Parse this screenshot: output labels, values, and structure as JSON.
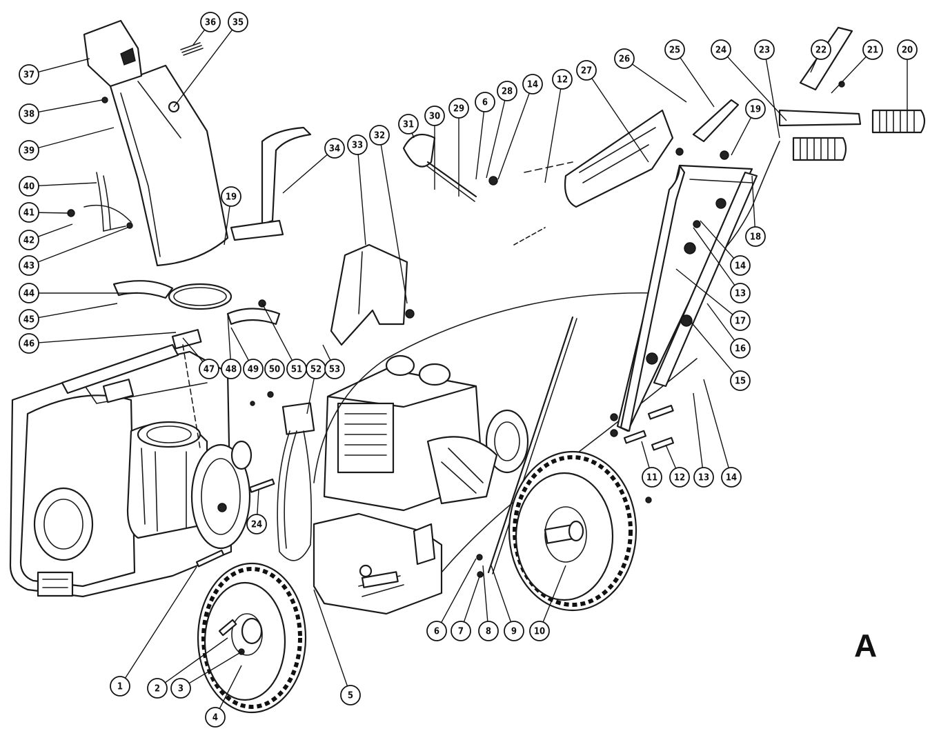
{
  "diagram": {
    "view_label": "A",
    "callouts": [
      {
        "id": "c1",
        "label": "1"
      },
      {
        "id": "c2",
        "label": "2"
      },
      {
        "id": "c3",
        "label": "3"
      },
      {
        "id": "c4",
        "label": "4"
      },
      {
        "id": "c5",
        "label": "5"
      },
      {
        "id": "c6a",
        "label": "6"
      },
      {
        "id": "c7",
        "label": "7"
      },
      {
        "id": "c8",
        "label": "8"
      },
      {
        "id": "c9",
        "label": "9"
      },
      {
        "id": "c10",
        "label": "10"
      },
      {
        "id": "c11",
        "label": "11"
      },
      {
        "id": "c12a",
        "label": "12"
      },
      {
        "id": "c13a",
        "label": "13"
      },
      {
        "id": "c14a",
        "label": "14"
      },
      {
        "id": "c15",
        "label": "15"
      },
      {
        "id": "c16",
        "label": "16"
      },
      {
        "id": "c17",
        "label": "17"
      },
      {
        "id": "c13b",
        "label": "13"
      },
      {
        "id": "c14b",
        "label": "14"
      },
      {
        "id": "c18",
        "label": "18"
      },
      {
        "id": "c19a",
        "label": "19"
      },
      {
        "id": "c20",
        "label": "20"
      },
      {
        "id": "c21",
        "label": "21"
      },
      {
        "id": "c22",
        "label": "22"
      },
      {
        "id": "c23",
        "label": "23"
      },
      {
        "id": "c24a",
        "label": "24"
      },
      {
        "id": "c25",
        "label": "25"
      },
      {
        "id": "c26",
        "label": "26"
      },
      {
        "id": "c27",
        "label": "27"
      },
      {
        "id": "c12b",
        "label": "12"
      },
      {
        "id": "c14c",
        "label": "14"
      },
      {
        "id": "c28",
        "label": "28"
      },
      {
        "id": "c6b",
        "label": "6"
      },
      {
        "id": "c29",
        "label": "29"
      },
      {
        "id": "c30",
        "label": "30"
      },
      {
        "id": "c31",
        "label": "31"
      },
      {
        "id": "c32",
        "label": "32"
      },
      {
        "id": "c33",
        "label": "33"
      },
      {
        "id": "c34",
        "label": "34"
      },
      {
        "id": "c35",
        "label": "35"
      },
      {
        "id": "c36",
        "label": "36"
      },
      {
        "id": "c37",
        "label": "37"
      },
      {
        "id": "c38",
        "label": "38"
      },
      {
        "id": "c39",
        "label": "39"
      },
      {
        "id": "c40",
        "label": "40"
      },
      {
        "id": "c41",
        "label": "41"
      },
      {
        "id": "c42",
        "label": "42"
      },
      {
        "id": "c43",
        "label": "43"
      },
      {
        "id": "c44",
        "label": "44"
      },
      {
        "id": "c45",
        "label": "45"
      },
      {
        "id": "c46",
        "label": "46"
      },
      {
        "id": "c19b",
        "label": "19"
      },
      {
        "id": "c47",
        "label": "47"
      },
      {
        "id": "c48",
        "label": "48"
      },
      {
        "id": "c49",
        "label": "49"
      },
      {
        "id": "c50",
        "label": "50"
      },
      {
        "id": "c51",
        "label": "51"
      },
      {
        "id": "c52",
        "label": "52"
      },
      {
        "id": "c53",
        "label": "53"
      },
      {
        "id": "c24b",
        "label": "24"
      }
    ]
  }
}
